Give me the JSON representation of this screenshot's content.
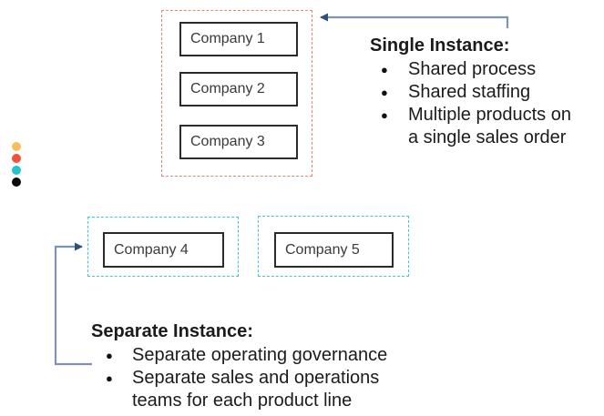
{
  "diagram": {
    "single_instance": {
      "companies": [
        "Company 1",
        "Company 2",
        "Company 3"
      ],
      "title": "Single Instance:",
      "bullets": [
        "Shared process",
        "Shared staffing",
        "Multiple products on\na single sales order"
      ],
      "bullet_glyph": "●"
    },
    "separate_instance": {
      "companies": [
        "Company 4",
        "Company 5"
      ],
      "title": "Separate Instance:",
      "bullets": [
        "Separate operating governance",
        "Separate sales and operations\nteams for each product line"
      ],
      "bullet_glyph": "●"
    }
  },
  "colors": {
    "single_group_border": "#ef8272",
    "separate_group_border": "#3ec8d2",
    "company_box_border": "#2b2b2b",
    "arrow_line": "#7b96b3",
    "arrow_head": "#2e4f78",
    "text": "#1b1b1b",
    "company_text": "#3a3a3a",
    "dots": [
      "#fbbc5d",
      "#f4503a",
      "#22c4ce",
      "#0a0a0a"
    ]
  }
}
